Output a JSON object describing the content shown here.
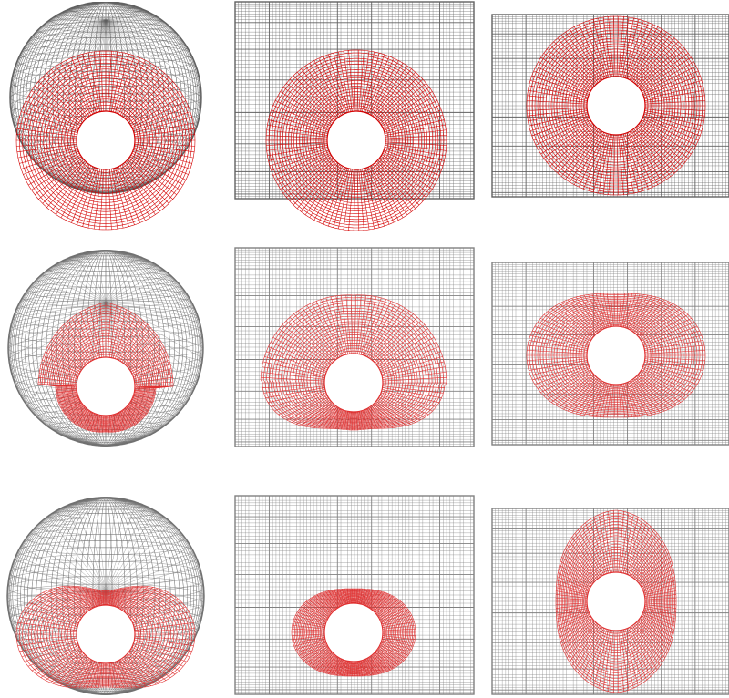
{
  "figure": {
    "rows": [
      {
        "row": "top",
        "panels": [
          {
            "kind": "sphere",
            "mesh_color": "#606060",
            "patch_color": "#d40000"
          },
          {
            "kind": "planar-grid",
            "mesh_color": "#606060",
            "patch_color": "#d40000"
          },
          {
            "kind": "planar-grid",
            "mesh_color": "#606060",
            "patch_color": "#d40000"
          }
        ]
      },
      {
        "row": "middle",
        "panels": [
          {
            "kind": "sphere",
            "mesh_color": "#707070",
            "patch_color": "#e03030"
          },
          {
            "kind": "planar-grid",
            "mesh_color": "#808080",
            "patch_color": "#e03030"
          },
          {
            "kind": "planar-grid",
            "mesh_color": "#808080",
            "patch_color": "#e03030"
          }
        ]
      },
      {
        "row": "bottom",
        "panels": [
          {
            "kind": "sphere",
            "mesh_color": "#707070",
            "patch_color": "#e03030"
          },
          {
            "kind": "planar-grid",
            "mesh_color": "#808080",
            "patch_color": "#e03030"
          },
          {
            "kind": "planar-grid",
            "mesh_color": "#808080",
            "patch_color": "#e03030"
          }
        ]
      }
    ]
  }
}
